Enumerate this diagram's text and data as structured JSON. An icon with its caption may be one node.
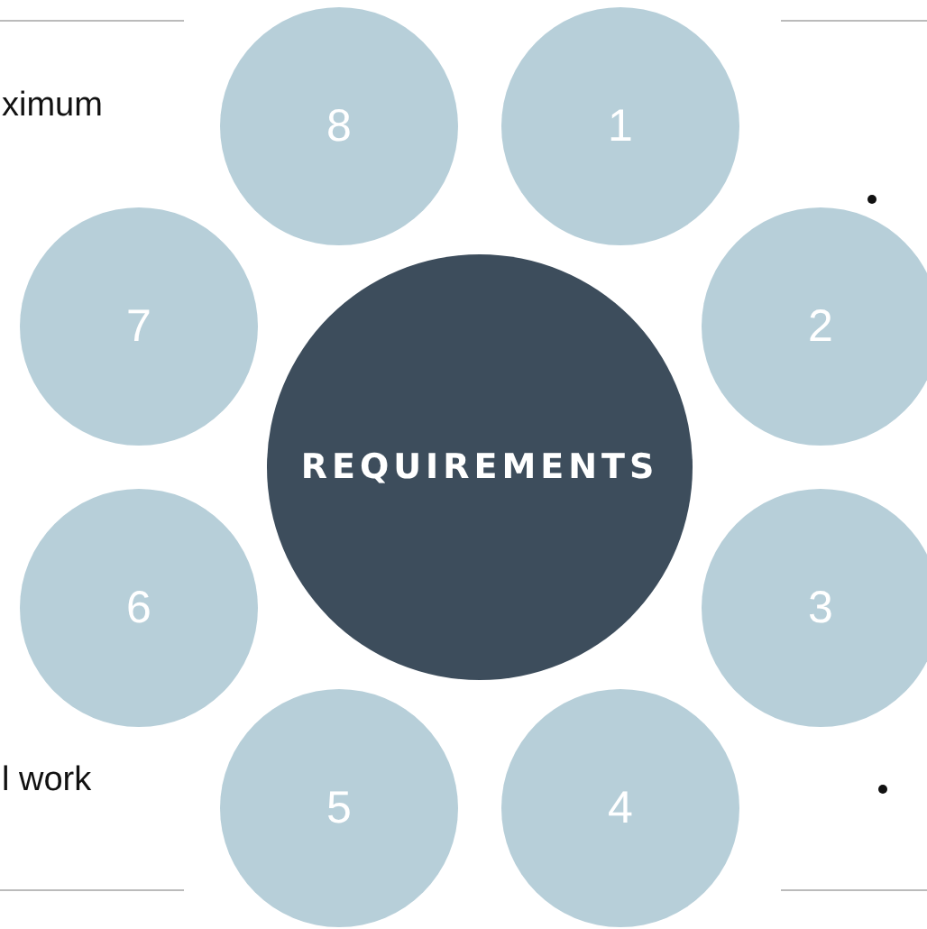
{
  "diagram": {
    "nodes": [
      {
        "text": [
          "REQUIREMENTS"
        ]
      },
      {
        "text": [
          "1"
        ]
      },
      {
        "text": [
          "2"
        ]
      },
      {
        "text": [
          "3"
        ]
      },
      {
        "text": [
          "4"
        ]
      },
      {
        "text": [
          "5"
        ]
      },
      {
        "text": [
          "6"
        ]
      },
      {
        "text": [
          "7"
        ]
      },
      {
        "text": [
          "8"
        ]
      }
    ],
    "labels": [
      "ximum",
      "l work"
    ]
  }
}
